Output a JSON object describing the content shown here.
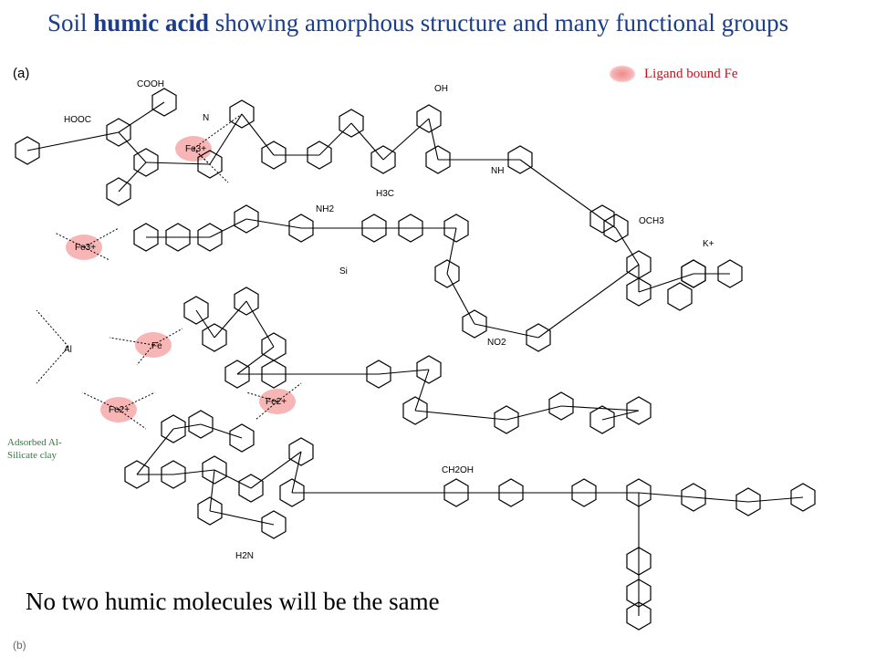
{
  "title": {
    "prefix": "Soil ",
    "bold": "humic acid",
    "suffix": " showing amorphous structure and many functional groups"
  },
  "panel_a_label": "(a)",
  "legend": {
    "label": "Ligand bound Fe",
    "color": "#f08a8a"
  },
  "adsorbed_label": "Adsorbed Al-Silicate clay",
  "caption": "No two humic molecules will be the same",
  "panel_b_label": "(b)",
  "ion_labels": [
    "Fe3+",
    "Fe3+",
    "Fe",
    "Fe2+",
    "Fe2+"
  ],
  "group_labels": [
    "HOOC",
    "COOH",
    "OH",
    "NH2",
    "H3C",
    "OCH3",
    "CH2OH",
    "K+",
    "NO2",
    "H2N",
    "Si",
    "Al",
    "NH",
    "N"
  ]
}
